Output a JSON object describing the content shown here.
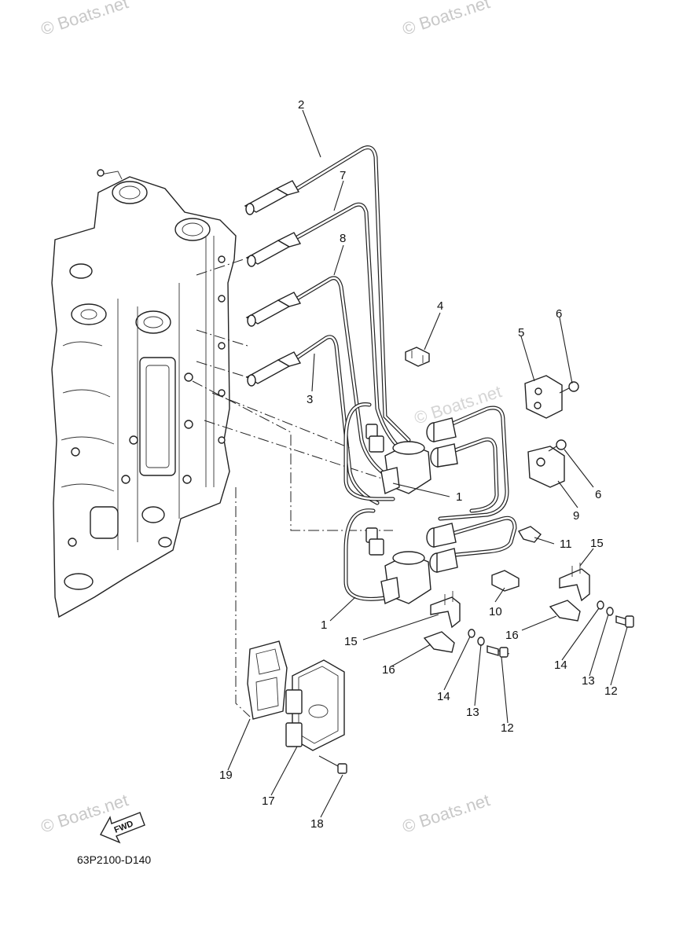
{
  "watermarks": [
    "© Boats.net",
    "© Boats.net",
    "© Boats.net",
    "© Boats.net",
    "© Boats.net"
  ],
  "fwd_label": "FWD",
  "diagram_code": "63P2100-D140",
  "callouts": [
    "1",
    "1",
    "2",
    "3",
    "4",
    "5",
    "6",
    "6",
    "7",
    "8",
    "9",
    "10",
    "11",
    "12",
    "12",
    "13",
    "13",
    "14",
    "14",
    "15",
    "15",
    "16",
    "16",
    "17",
    "18",
    "19"
  ]
}
